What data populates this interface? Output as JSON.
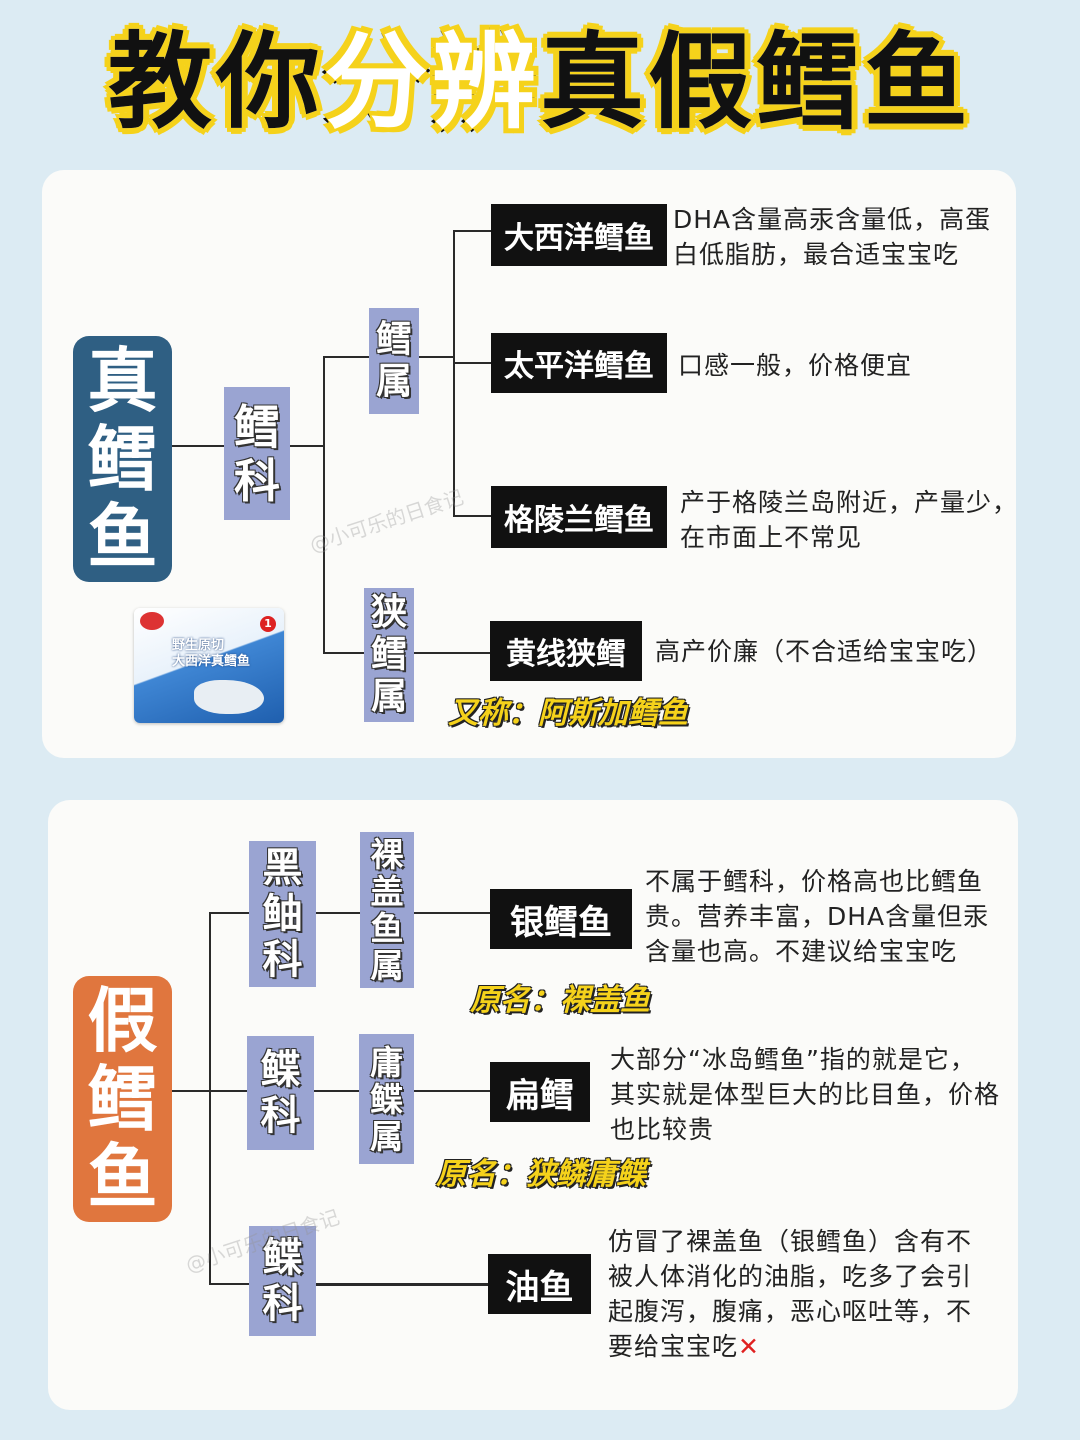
{
  "title": {
    "part1": "教你",
    "part2": "分辨",
    "part3": "真假",
    "part4": "鳕鱼"
  },
  "real": {
    "label": [
      "真",
      "鳕",
      "鱼"
    ],
    "family": [
      "鳕",
      "科"
    ],
    "genus1": [
      "鳕",
      "属"
    ],
    "genus2": [
      "狭",
      "鳕",
      "属"
    ],
    "species": [
      {
        "name": "大西洋鳕鱼",
        "desc": [
          "DHA含量高汞含量低，高蛋",
          "白低脂肪，最合适宝宝吃"
        ]
      },
      {
        "name": "太平洋鳕鱼",
        "desc": [
          "口感一般，价格便宜"
        ]
      },
      {
        "name": "格陵兰鳕鱼",
        "desc": [
          "产于格陵兰岛附近，产量少，",
          "在市面上不常见"
        ]
      },
      {
        "name": "黄线狭鳕",
        "desc": [
          "高产价廉（不合适给宝宝吃）"
        ],
        "alias": "又称：阿斯加鳕鱼"
      }
    ],
    "package": {
      "line1": "野生原切",
      "line2": "大西洋真鳕鱼",
      "badge": "1"
    }
  },
  "fake": {
    "label": [
      "假",
      "鳕",
      "鱼"
    ],
    "groups": [
      {
        "family": [
          "黑",
          "鲉",
          "科"
        ],
        "genus": [
          "裸",
          "盖",
          "鱼",
          "属"
        ],
        "name": "银鳕鱼",
        "desc": [
          "不属于鳕科，价格高也比鳕鱼",
          "贵。营养丰富，DHA含量但汞",
          "含量也高。不建议给宝宝吃"
        ],
        "alias": "原名：裸盖鱼"
      },
      {
        "family": [
          "鲽",
          "科"
        ],
        "genus": [
          "庸",
          "鲽",
          "属"
        ],
        "name": "扁鳕",
        "desc": [
          "大部分“冰岛鳕鱼”指的就是它，",
          "其实就是体型巨大的比目鱼，价格",
          "也比较贵"
        ],
        "alias": "原名：狭鳞庸鲽"
      },
      {
        "family": [
          "鲽",
          "科"
        ],
        "name": "油鱼",
        "desc": [
          "仿冒了裸盖鱼（银鳕鱼）含有不",
          "被人体消化的油脂，吃多了会引",
          "起腹泻，腹痛，恶心呕吐等，不",
          "要给宝宝吃"
        ],
        "xmark": "✕"
      }
    ]
  },
  "watermark": "@小可乐的日食记"
}
